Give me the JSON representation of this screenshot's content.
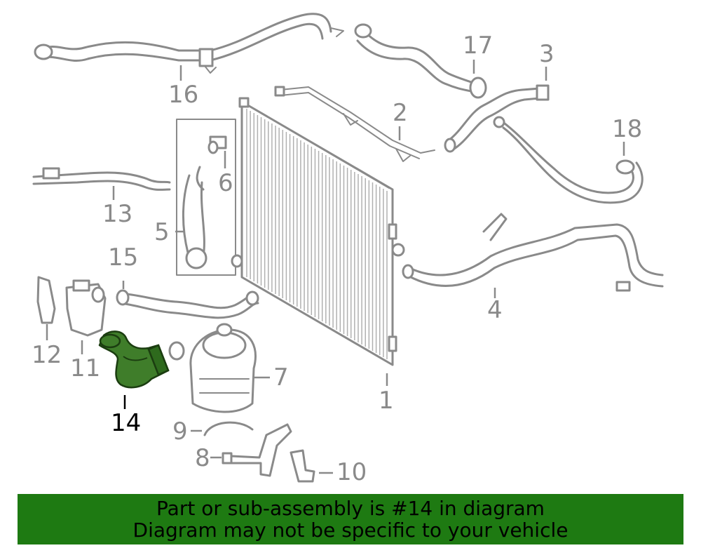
{
  "diagram": {
    "highlighted_part": "14",
    "highlight_color": "#2f6b1c",
    "part_color": "#8a8a8a",
    "callouts": [
      "1",
      "2",
      "3",
      "4",
      "5",
      "6",
      "7",
      "8",
      "9",
      "10",
      "11",
      "12",
      "13",
      "14",
      "15",
      "16",
      "17",
      "18"
    ]
  },
  "banner": {
    "line1": "Part or sub-assembly is #14 in diagram",
    "line2": "Diagram may not be specific to your vehicle",
    "background": "#1e7a12"
  }
}
